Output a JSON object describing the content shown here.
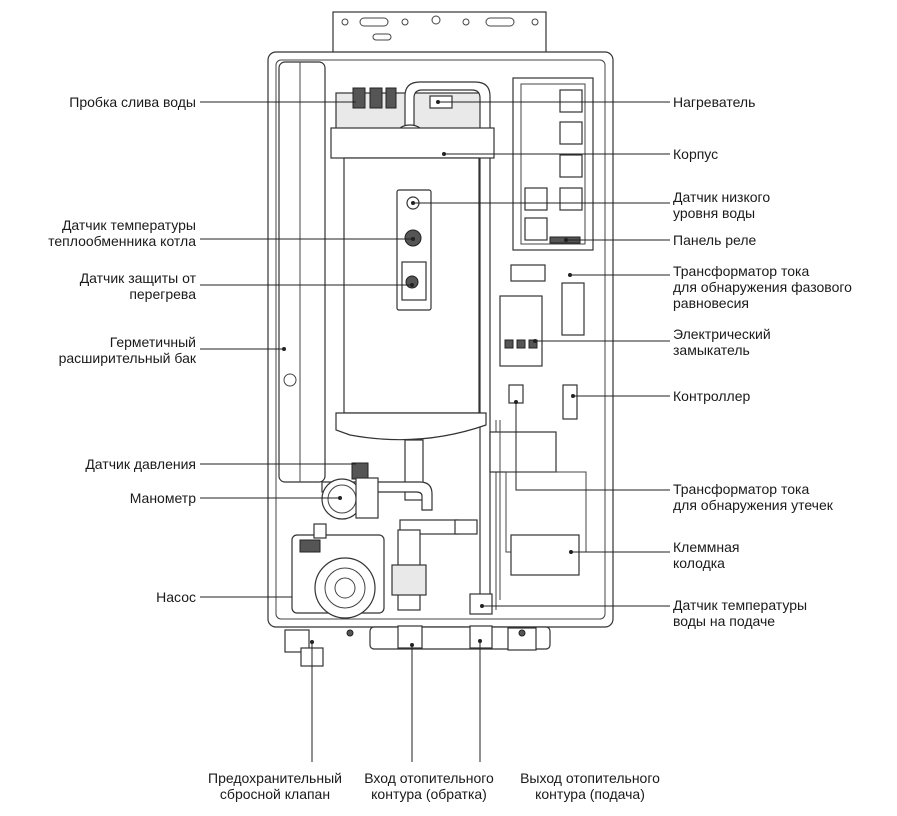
{
  "labels": {
    "drain_plug": "Пробка слива воды",
    "hx_temp_sensor": [
      "Датчик температуры",
      "теплообменника котла"
    ],
    "overheat_sensor": [
      "Датчик защиты от",
      "перегрева"
    ],
    "expansion_tank": [
      "Герметичный",
      "расширительный бак"
    ],
    "pressure_sensor": "Датчик давления",
    "manometer": "Манометр",
    "pump": "Насос",
    "heater": "Нагреватель",
    "housing": "Корпус",
    "low_water_sensor": [
      "Датчик низкого",
      "уровня воды"
    ],
    "relay_panel": "Панель реле",
    "phase_ct": [
      "Трансформатор тока",
      "для обнаружения фазового",
      "равновесия"
    ],
    "contactor": [
      "Электрический",
      "замыкатель"
    ],
    "controller": "Контроллер",
    "leak_ct": [
      "Трансформатор тока",
      "для обнаружения утечек"
    ],
    "terminal_block": [
      "Клеммная",
      "колодка"
    ],
    "supply_temp_sensor": [
      "Датчик температуры",
      "воды на подаче"
    ],
    "safety_valve": [
      "Предохранительный",
      "сбросной клапан"
    ],
    "return_inlet": [
      "Вход отопительного",
      "контура (обратка)"
    ],
    "supply_outlet": [
      "Выход отопительного",
      "контура (подача)"
    ]
  }
}
